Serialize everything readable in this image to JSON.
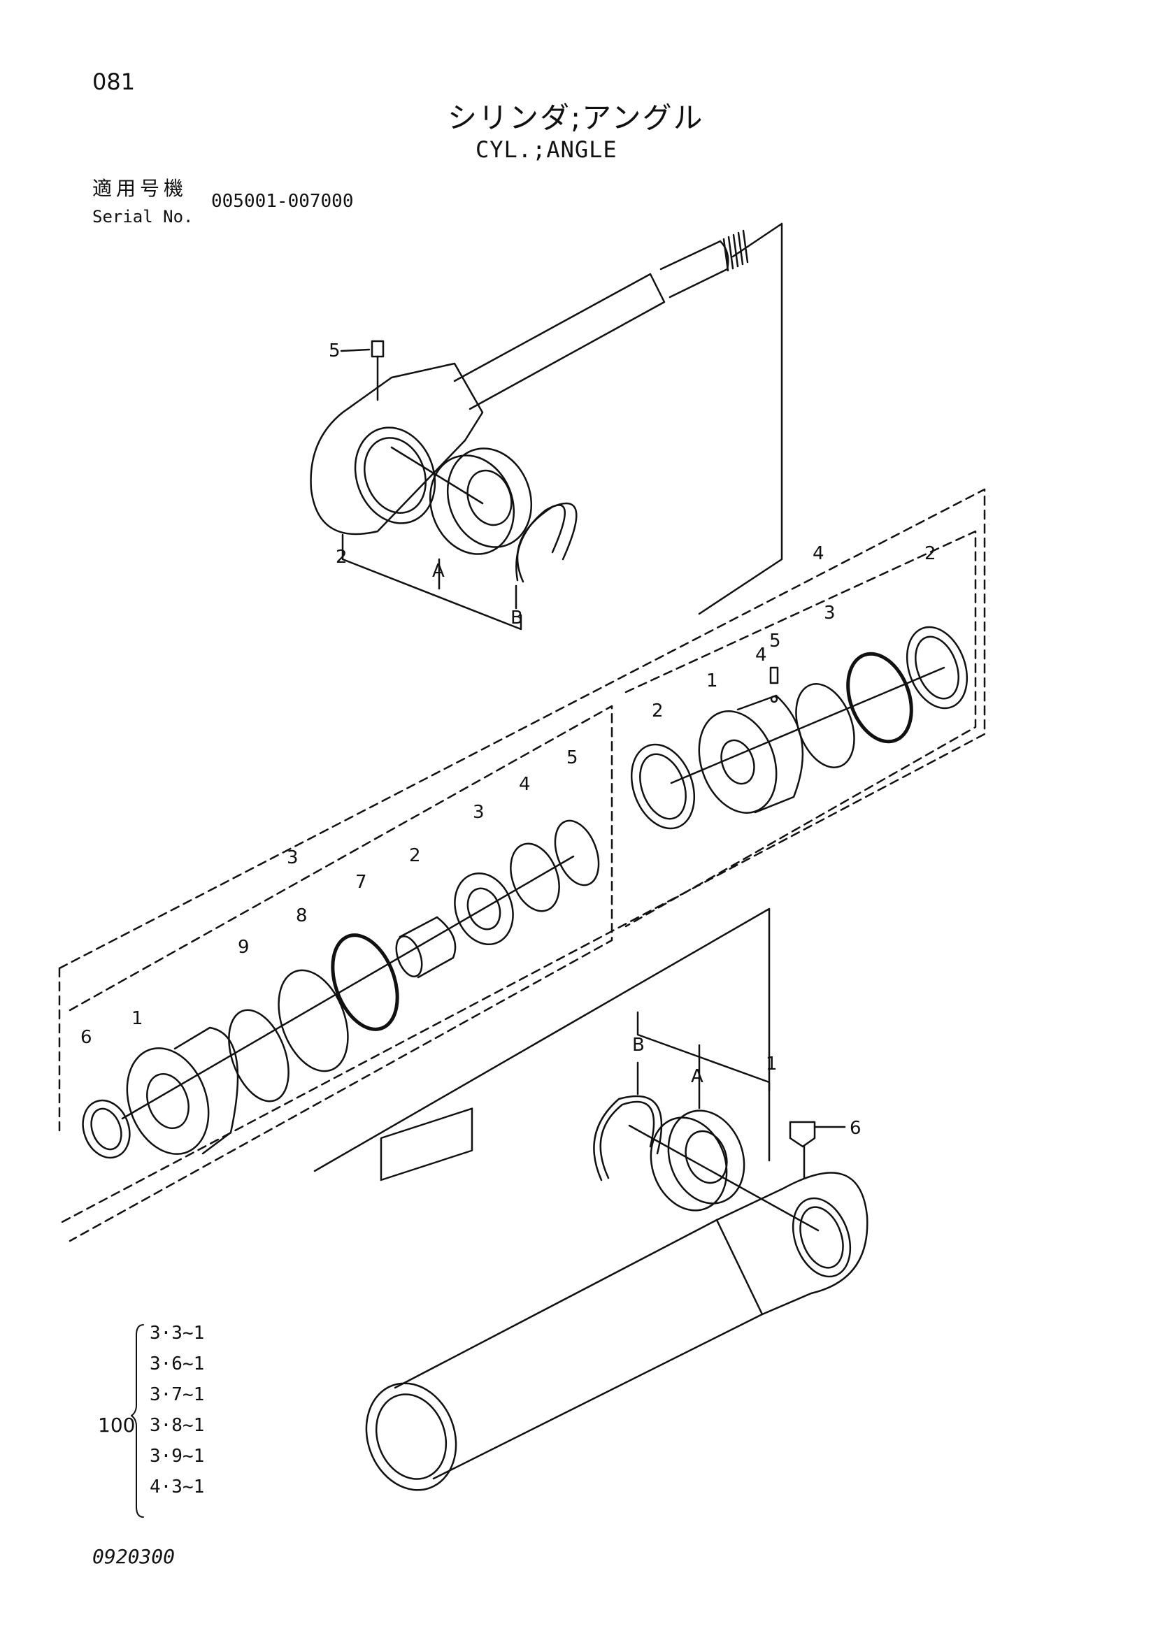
{
  "header": {
    "page_number": "081",
    "title_jp": "シリンダ;アングル",
    "title_en": "CYL.;ANGLE",
    "serial_label_jp": "適用号機",
    "serial_label_en": "Serial No.",
    "serial_range": "005001-007000"
  },
  "references": {
    "group_number": "100",
    "items": [
      "3·3~1",
      "3·6~1",
      "3·7~1",
      "3·8~1",
      "3·9~1",
      "4·3~1"
    ]
  },
  "footer": {
    "doc_code": "0920300"
  },
  "callouts": {
    "rod": {
      "grease_fitting": "5",
      "rod": "2",
      "bushing": "A",
      "snap_ring": "B"
    },
    "kit3": {
      "label": "3",
      "parts": [
        "1",
        "2",
        "3",
        "4",
        "5",
        "6",
        "7",
        "8",
        "9"
      ]
    },
    "kit4": {
      "label": "4",
      "parts": [
        "1",
        "2",
        "2",
        "3",
        "4",
        "5"
      ]
    },
    "tube": {
      "tube": "1",
      "bushing": "A",
      "snap_ring": "B",
      "grease_fitting": "6"
    }
  },
  "colors": {
    "line": "#111111",
    "background": "#ffffff"
  }
}
